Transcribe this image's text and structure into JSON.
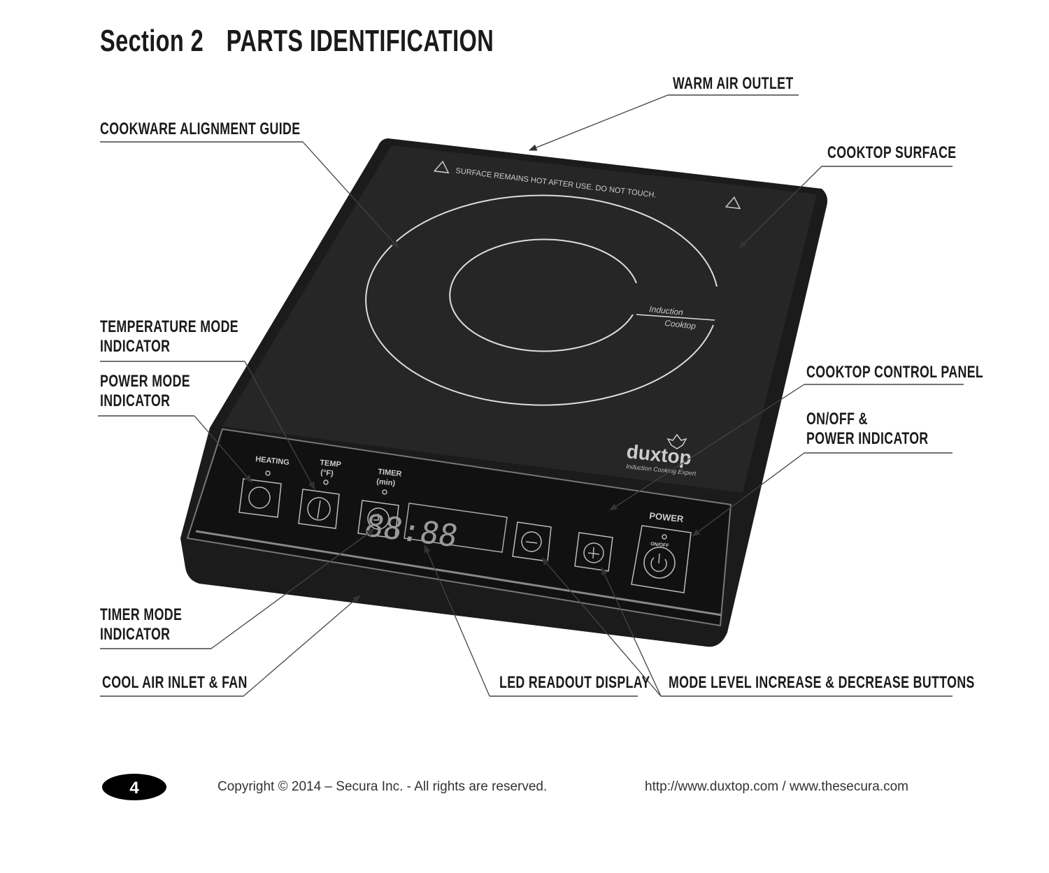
{
  "header": {
    "section": "Section 2",
    "title": "PARTS IDENTIFICATION"
  },
  "labels": {
    "warm_air_outlet": "WARM AIR OUTLET",
    "cookware_alignment_guide": "COOKWARE ALIGNMENT GUIDE",
    "cooktop_surface": "COOKTOP SURFACE",
    "temperature_mode_1": "TEMPERATURE MODE",
    "temperature_mode_2": "INDICATOR",
    "power_mode_1": "POWER MODE",
    "power_mode_2": "INDICATOR",
    "cooktop_control_panel": "COOKTOP CONTROL PANEL",
    "onoff_1": "ON/OFF &",
    "onoff_2": "POWER INDICATOR",
    "timer_mode_1": "TIMER MODE",
    "timer_mode_2": "INDICATOR",
    "cool_air_inlet": "COOL AIR INLET & FAN",
    "led_readout": "LED READOUT DISPLAY",
    "mode_level": "MODE LEVEL INCREASE & DECREASE BUTTONS"
  },
  "device": {
    "warning": "SURFACE REMAINS HOT AFTER USE. DO NOT TOUCH.",
    "ring_label_1": "Induction",
    "ring_label_2": "Cooktop",
    "brand": "duxtop",
    "tagline": "Induction Cooking Expert",
    "heating": "HEATING",
    "temp": "TEMP",
    "temp_unit": "(°F)",
    "timer": "TIMER",
    "timer_unit": "(min)",
    "display": "88:88",
    "power": "POWER",
    "onoff": "ON/OFF"
  },
  "footer": {
    "page": "4",
    "copyright": "Copyright © 2014 – Secura Inc. - All rights are reserved.",
    "urls": "http://www.duxtop.com / www.thesecura.com"
  }
}
